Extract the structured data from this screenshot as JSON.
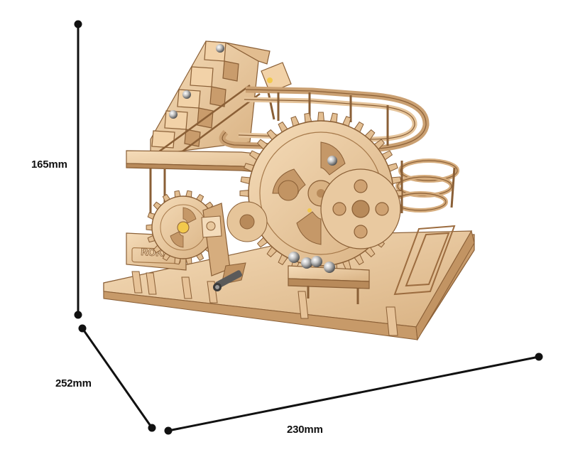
{
  "product": {
    "brand_mark": "ROKR",
    "description": "Wooden marble run gear model with ball ramps, spiral track and crank handle"
  },
  "dimensions": {
    "height": "165mm",
    "depth": "252mm",
    "width": "230mm"
  },
  "colors": {
    "wood_light": "#f0d3ae",
    "wood_mid": "#deb98b",
    "wood_dark": "#b88a5a",
    "wood_edge": "#8a5f36",
    "dimension_line": "#111111",
    "background": "#ffffff"
  }
}
